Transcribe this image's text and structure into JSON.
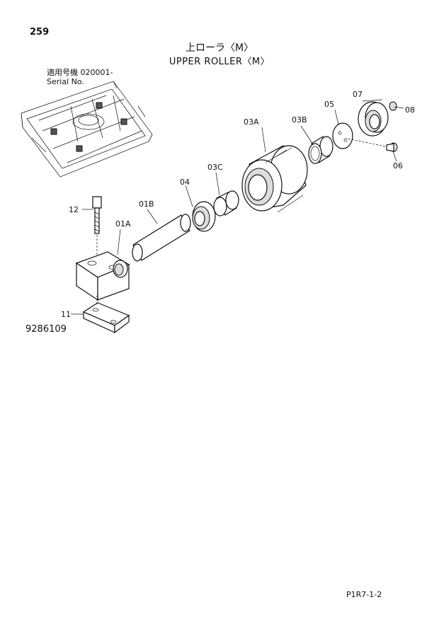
{
  "header": {
    "page_number": "259",
    "title_jp": "上ローラ〈M〉",
    "title_en": "UPPER ROLLER〈M〉",
    "serial_jp": "適用号機 020001-",
    "serial_en": "Serial No."
  },
  "parts": [
    {
      "id": "08"
    },
    {
      "id": "07"
    },
    {
      "id": "05"
    },
    {
      "id": "03B"
    },
    {
      "id": "03A"
    },
    {
      "id": "06"
    },
    {
      "id": "03C"
    },
    {
      "id": "04"
    },
    {
      "id": "01B"
    },
    {
      "id": "12"
    },
    {
      "id": "01A"
    },
    {
      "id": "11"
    }
  ],
  "footer": {
    "drawing_code": "9286109",
    "page_ref": "P1R7-1-2"
  }
}
